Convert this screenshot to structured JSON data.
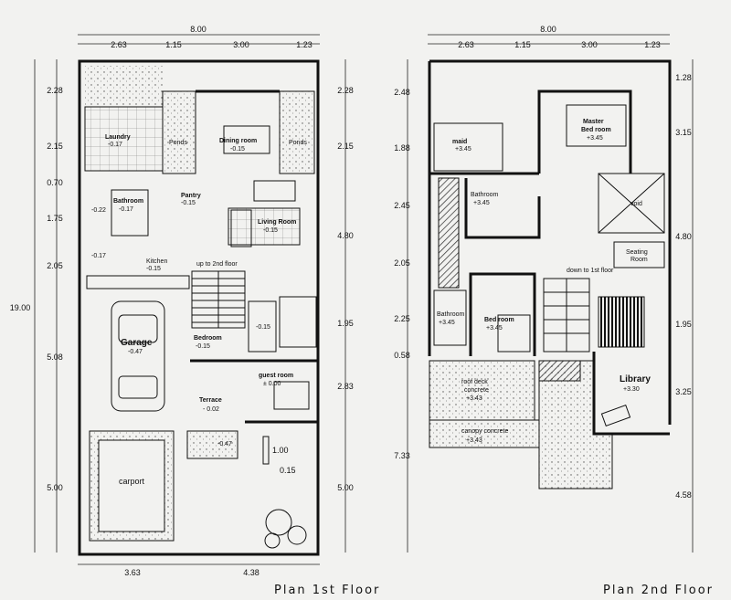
{
  "plan1": {
    "top_total": "8.00",
    "top_dims": [
      "2.63",
      "1.15",
      "3.00",
      "1.23"
    ],
    "left_total": "19.00",
    "left_dims": [
      "2.28",
      "2.15",
      "0.70",
      "1.75",
      "2.05",
      "5.08",
      "5.00"
    ],
    "right_dims": [
      "2.28",
      "2.15",
      "4.80",
      "1.95",
      "2.83",
      "5.00"
    ],
    "bottom_dims": [
      "3.63",
      "4.38"
    ],
    "rooms": {
      "laundry": "Laundry",
      "laundry_lvl": "-0.17",
      "ponds_left": "Ponds",
      "ponds_right": "Ponds",
      "dining": "Dining room",
      "dining_lvl": "-0.15",
      "bathroom": "Bathroom",
      "bathroom_lvl": "-0.17",
      "pantry": "Pantry",
      "pantry_lvl": "-0.15",
      "living": "Living Room",
      "living_lvl": "-0.15",
      "kitchen": "Kitchen",
      "kitchen_lvl": "-0.15",
      "up_stairs": "up to 2nd floor",
      "garage": "Garage",
      "garage_lvl": "-0.47",
      "bedroom": "Bedroom",
      "bedroom_lvl": "-0.15",
      "guest": "guest room",
      "guest_lvl": "± 0.00",
      "terrace": "Terrace",
      "terrace_lvl": "- 0.02",
      "carport": "carport",
      "misc_lvl_a": "-0.22",
      "misc_lvl_b": "-0.17",
      "misc_lvl_c": "-0.15",
      "garden_lvl": "-0.47",
      "gate_dim_a": "1.00",
      "gate_dim_b": "0.15"
    },
    "title": "Plan   1st Floor"
  },
  "plan2": {
    "top_total": "8.00",
    "top_dims": [
      "2.63",
      "1.15",
      "3.00",
      "1.23"
    ],
    "left_dims": [
      "2.48",
      "1.88",
      "2.45",
      "2.05",
      "2.25",
      "0.58",
      "7.33"
    ],
    "right_dims": [
      "1.28",
      "3.15",
      "4.80",
      "1.95",
      "3.25",
      "4.58"
    ],
    "rooms": {
      "maid": "maid",
      "maid_lvl": "+3.45",
      "master": "Master",
      "master2": "Bed room",
      "master_lvl": "+3.45",
      "bathroom": "Bathroom",
      "bathroom_lvl": "+3.45",
      "void": "void",
      "seating": "Seating",
      "seating2": "Room",
      "down_stairs": "down to 1st floor",
      "bath2": "Bathroom",
      "bath2_lvl": "+3.45",
      "bedroom": "Bed room",
      "bedroom_lvl": "+3.45",
      "roofdeck": "roof deck",
      "roofdeck2": "concrete",
      "roofdeck_lvl": "+3.43",
      "canopy": "canopy concrete",
      "canopy_lvl": "+3.43",
      "library": "Library",
      "library_lvl": "+3.30"
    },
    "title": "Plan   2nd Floor"
  }
}
